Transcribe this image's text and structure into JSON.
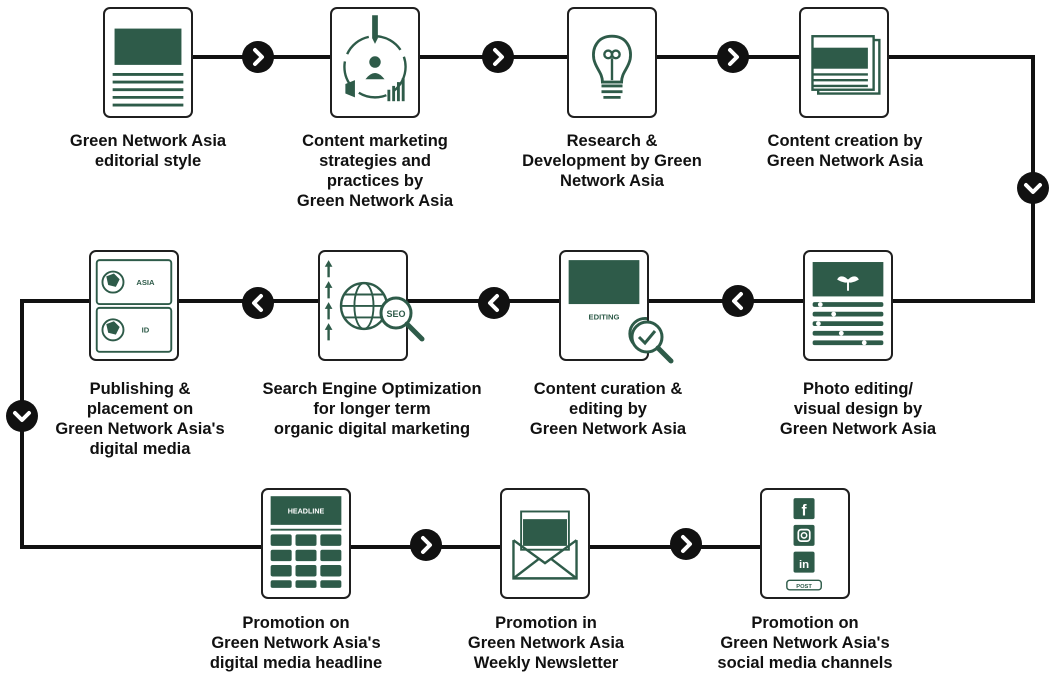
{
  "steps": [
    {
      "caption": "Green Network Asia\neditorial style"
    },
    {
      "caption": "Content marketing\nstrategies and\npractices by\nGreen Network Asia"
    },
    {
      "caption": "Research &\nDevelopment by Green\nNetwork Asia"
    },
    {
      "caption": "Content creation by\nGreen Network Asia"
    },
    {
      "caption": "Photo editing/\nvisual design by\nGreen Network Asia"
    },
    {
      "caption": "Content curation &\nediting by\nGreen Network Asia",
      "card_label": "EDITING"
    },
    {
      "caption": "Search Engine Optimization\nfor longer term\norganic digital marketing",
      "card_label": "SEO"
    },
    {
      "caption": "Publishing &\nplacement on\nGreen Network Asia's\ndigital media",
      "card_labels": [
        "ASIA",
        "ID"
      ]
    },
    {
      "caption": "Promotion on\nGreen Network Asia's\ndigital media headline",
      "card_label": "HEADLINE"
    },
    {
      "caption": "Promotion in\nGreen Network Asia\nWeekly Newsletter"
    },
    {
      "caption": "Promotion on\nGreen Network Asia's\nsocial media channels",
      "card_label": "POST"
    }
  ],
  "colors": {
    "accent": "#2e5b49",
    "line": "#111111",
    "text": "#111111"
  },
  "icons": [
    "document-icon",
    "strategy-cycle-icon",
    "lightbulb-icon",
    "newspaper-icon",
    "photo-layout-icon",
    "editing-magnifier-icon",
    "seo-globe-icon",
    "publish-flags-icon",
    "headline-grid-icon",
    "newsletter-envelope-icon",
    "social-media-icon"
  ]
}
